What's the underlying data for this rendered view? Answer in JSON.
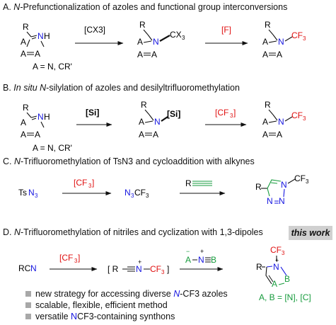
{
  "sections": {
    "a": {
      "letter": "A.",
      "n": "N",
      "rest": "-Prefunctionalization of azoles and functional group interconversions",
      "reagent_1": "[CX3]",
      "reagent_2": "[F]",
      "condition": "A = N, CR'"
    },
    "b": {
      "letter": "B.",
      "italic": "In situ N",
      "rest": "-silylation of azoles and desilyltrifluoromethylation",
      "reagent_1": "[Si]",
      "reagent_2": "[CF3]",
      "condition": "A = N, CR'"
    },
    "c": {
      "letter": "C.",
      "n": "N",
      "rest": "-Trifluoromethylation of TsN3 and cycloaddition with alkynes",
      "reagent_1": "[CF3]",
      "reactant": "TsN3",
      "intermediate": "N3CF3"
    },
    "d": {
      "letter": "D.",
      "n": "N",
      "rest": "-Trifluoromethylation of nitriles and cyclization with 1,3-dipoles",
      "badge": "this work",
      "reagent_1": "[CF3]",
      "reactant": "RCN",
      "dipole": "A–N≡B",
      "product_label": "A, B = [N], [C]"
    }
  },
  "bullets": [
    {
      "pre": "new strategy for accessing diverse ",
      "hl": "N",
      "post": "-CF3 azoles"
    },
    {
      "pre": "scalable, flexible, efficient method",
      "hl": "",
      "post": ""
    },
    {
      "pre": "versatile ",
      "hl": "N",
      "post": "CF3-containing synthons"
    }
  ],
  "colors": {
    "blue": "#1515e0",
    "red": "#e01010",
    "green": "#169b3c",
    "badge": "#d0d0d0"
  }
}
